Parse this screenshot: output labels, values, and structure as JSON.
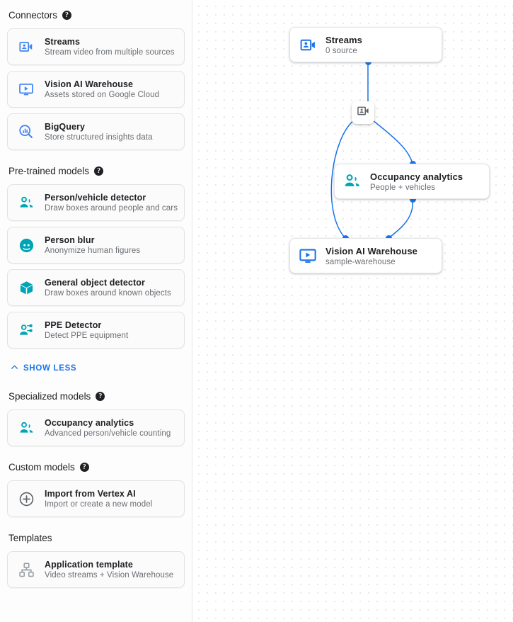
{
  "theme": {
    "accent_blue": "#1a73e8",
    "icon_teal": "#00a5b5",
    "icon_gray": "#80868b",
    "text_primary": "#202124",
    "text_secondary": "#6a6e73"
  },
  "sidebar": {
    "sections": [
      {
        "id": "connectors",
        "title": "Connectors",
        "has_help": true,
        "items": [
          {
            "icon": "video-camera-person-icon",
            "icon_color": "#4285f4",
            "title": "Streams",
            "subtitle": "Stream video from multiple sources"
          },
          {
            "icon": "monitor-play-icon",
            "icon_color": "#4285f4",
            "title": "Vision AI Warehouse",
            "subtitle": "Assets stored on Google Cloud"
          },
          {
            "icon": "bigquery-search-chart-icon",
            "icon_color": "#4285f4",
            "title": "BigQuery",
            "subtitle": "Store structured insights data"
          }
        ]
      },
      {
        "id": "pre-trained-models",
        "title": "Pre-trained models",
        "has_help": true,
        "items": [
          {
            "icon": "two-people-icon",
            "icon_color": "#00a5b5",
            "title": "Person/vehicle detector",
            "subtitle": "Draw boxes around people and cars"
          },
          {
            "icon": "face-blur-icon",
            "icon_color": "#00a5b5",
            "title": "Person blur",
            "subtitle": "Anonymize human figures"
          },
          {
            "icon": "cube-icon",
            "icon_color": "#00a5b5",
            "title": "General object detector",
            "subtitle": "Draw boxes around known objects"
          },
          {
            "icon": "person-nodes-icon",
            "icon_color": "#00a5b5",
            "title": "PPE Detector",
            "subtitle": "Detect PPE equipment"
          }
        ]
      },
      {
        "id": "specialized-models",
        "title": "Specialized models",
        "has_help": true,
        "items": [
          {
            "icon": "two-people-icon",
            "icon_color": "#00a5b5",
            "title": "Occupancy analytics",
            "subtitle": "Advanced person/vehicle counting"
          }
        ]
      },
      {
        "id": "custom-models",
        "title": "Custom models",
        "has_help": true,
        "items": [
          {
            "icon": "plus-circle-icon",
            "icon_color": "#5f6368",
            "title": "Import from Vertex AI",
            "subtitle": "Import or create a new model"
          }
        ]
      },
      {
        "id": "templates",
        "title": "Templates",
        "has_help": false,
        "items": [
          {
            "icon": "hierarchy-icon",
            "icon_color": "#9aa0a6",
            "title": "Application template",
            "subtitle": "Video streams + Vision Warehouse"
          }
        ]
      }
    ],
    "show_less_label": "SHOW LESS",
    "show_less_icon": "chevron-up-icon"
  },
  "canvas": {
    "nodes": [
      {
        "id": "streams",
        "icon": "video-camera-person-icon",
        "icon_color": "#1a73e8",
        "title": "Streams",
        "subtitle": "0 source"
      },
      {
        "id": "occupancy",
        "icon": "two-people-icon",
        "icon_color": "#00a5b5",
        "title": "Occupancy analytics",
        "subtitle": "People + vehicles"
      },
      {
        "id": "warehouse",
        "icon": "monitor-play-icon",
        "icon_color": "#1a73e8",
        "title": "Vision AI Warehouse",
        "subtitle": "sample-warehouse"
      }
    ],
    "badge": {
      "id": "stream-badge",
      "icon": "video-camera-person-icon",
      "icon_color": "#5f6368"
    },
    "edge_color": "#1a73e8"
  }
}
